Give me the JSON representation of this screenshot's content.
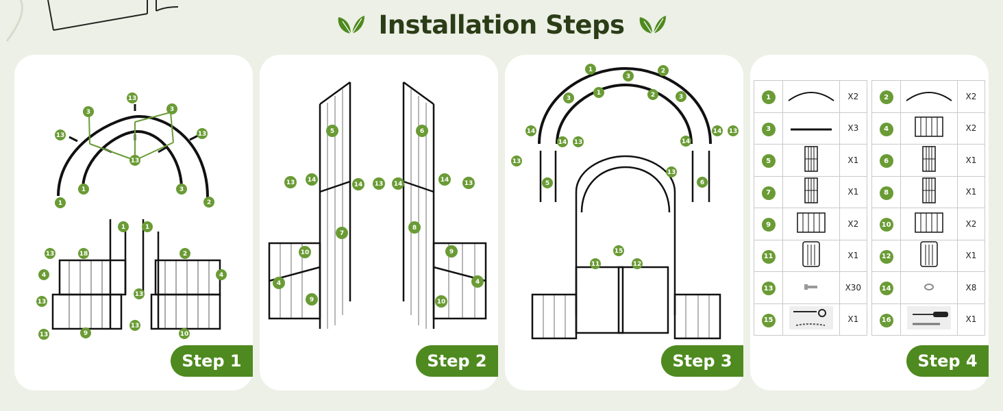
{
  "header": {
    "title": "Installation Steps"
  },
  "colors": {
    "accent": "#4e8a1f",
    "badge": "#6a9b35",
    "title": "#2b3d17",
    "background": "#edf0e6"
  },
  "steps": [
    {
      "label": "Step 1"
    },
    {
      "label": "Step 2"
    },
    {
      "label": "Step 3"
    },
    {
      "label": "Step 4"
    }
  ],
  "parts": [
    {
      "num": "1",
      "qty": "X2",
      "icon": "arch-curve-icon"
    },
    {
      "num": "2",
      "qty": "X2",
      "icon": "arch-curve-icon"
    },
    {
      "num": "3",
      "qty": "X3",
      "icon": "straight-bar-icon"
    },
    {
      "num": "4",
      "qty": "X2",
      "icon": "fence-panel-icon"
    },
    {
      "num": "5",
      "qty": "X1",
      "icon": "side-panel-icon"
    },
    {
      "num": "6",
      "qty": "X1",
      "icon": "side-panel-icon"
    },
    {
      "num": "7",
      "qty": "X1",
      "icon": "side-panel-icon"
    },
    {
      "num": "8",
      "qty": "X1",
      "icon": "side-panel-icon"
    },
    {
      "num": "9",
      "qty": "X2",
      "icon": "fence-panel-icon"
    },
    {
      "num": "10",
      "qty": "X2",
      "icon": "fence-panel-icon"
    },
    {
      "num": "11",
      "qty": "X1",
      "icon": "gate-panel-icon"
    },
    {
      "num": "12",
      "qty": "X1",
      "icon": "gate-panel-icon"
    },
    {
      "num": "13",
      "qty": "X30",
      "icon": "screw-icon"
    },
    {
      "num": "14",
      "qty": "X8",
      "icon": "nut-icon"
    },
    {
      "num": "15",
      "qty": "X1",
      "icon": "latch-chain-icon"
    },
    {
      "num": "16",
      "qty": "X1",
      "icon": "screwdriver-wrench-icon"
    }
  ]
}
